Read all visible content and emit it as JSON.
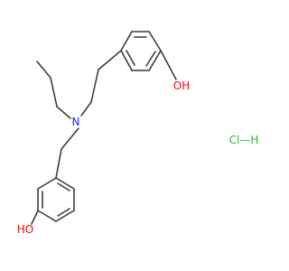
{
  "molecule": {
    "atoms": {
      "nitrogen": {
        "label": "N",
        "color": "#1a1aff"
      },
      "hydroxyl_top": {
        "label": "OH",
        "color": "#ff0000"
      },
      "hydroxyl_bottom": {
        "label": "HO",
        "color": "#ff0000"
      }
    },
    "salt": {
      "label": "Cl—H",
      "color": "#2db82d"
    }
  },
  "colors": {
    "bond": "#3c3c3c"
  }
}
